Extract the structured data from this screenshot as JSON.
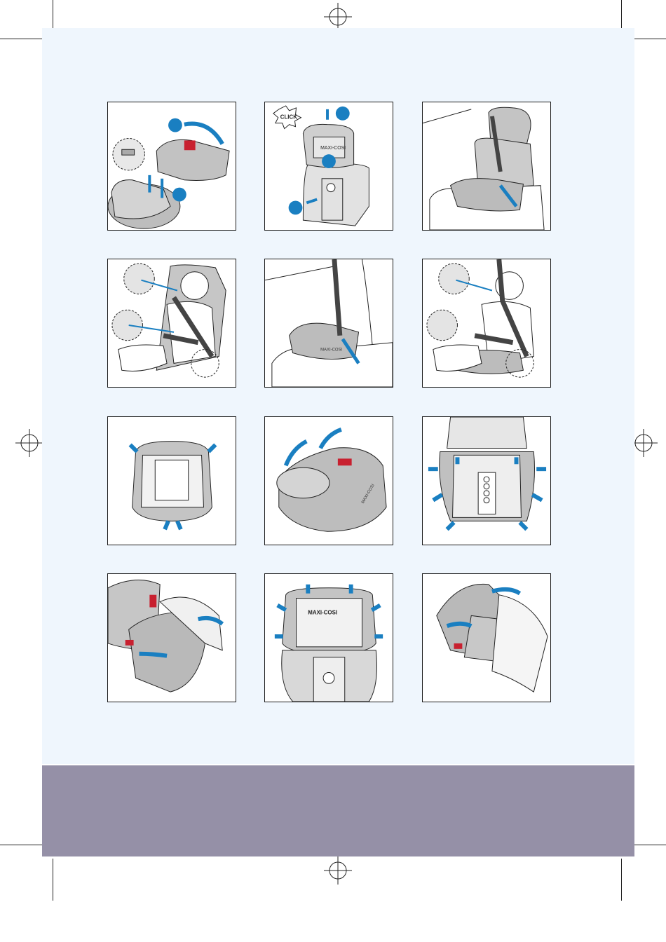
{
  "document": {
    "brand": "MAXI-COSI",
    "click_label": "CLICK"
  },
  "colors": {
    "page_background": "#eff6fd",
    "footer_band": "#9590a7",
    "accent_arrow": "#1a7fc1",
    "seat_grey": "#b9b9b9",
    "seat_light": "#d9d9d9",
    "red_guide": "#c8202f"
  },
  "figures": [
    {
      "id": "fig-1",
      "icon": "booster-with-backrest-attach-icon"
    },
    {
      "id": "fig-2",
      "icon": "backrest-click-adjust-icon"
    },
    {
      "id": "fig-3",
      "icon": "seat-belt-installation-icon"
    },
    {
      "id": "fig-4",
      "icon": "child-belt-routing-icon"
    },
    {
      "id": "fig-5",
      "icon": "booster-cushion-belt-icon"
    },
    {
      "id": "fig-6",
      "icon": "child-on-booster-belt-icon"
    },
    {
      "id": "fig-7",
      "icon": "cover-removal-underside-icon"
    },
    {
      "id": "fig-8",
      "icon": "cushion-cover-lift-icon"
    },
    {
      "id": "fig-9",
      "icon": "backrest-cover-hooks-icon"
    },
    {
      "id": "fig-10",
      "icon": "headrest-cover-removal-icon"
    },
    {
      "id": "fig-11",
      "icon": "headrest-cover-hooks-icon"
    },
    {
      "id": "fig-12",
      "icon": "headrest-cover-pull-icon"
    }
  ]
}
